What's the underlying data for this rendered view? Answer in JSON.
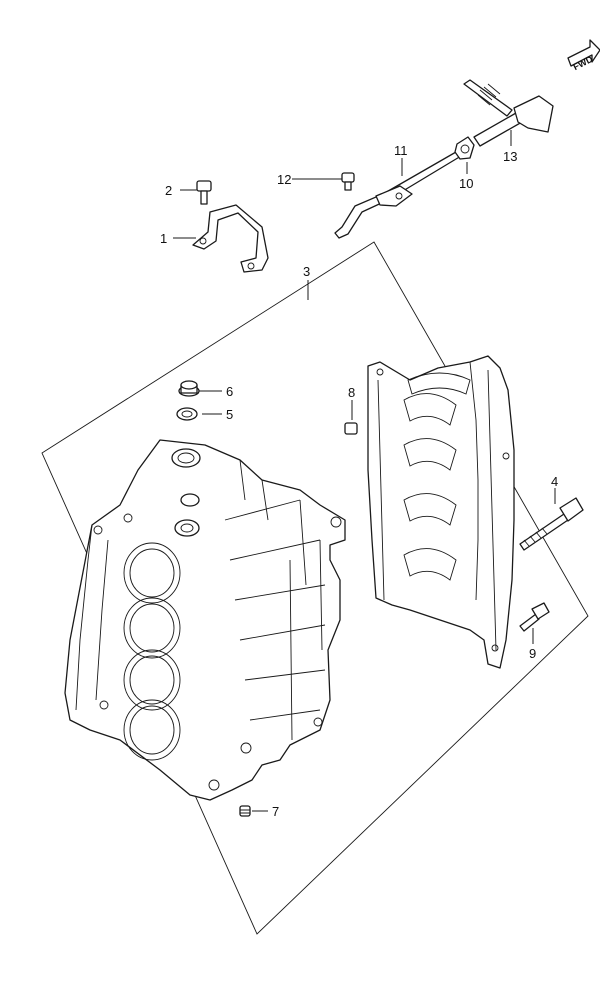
{
  "diagram": {
    "fwd_label": "FWD",
    "callouts": [
      {
        "id": "c1",
        "label": "1",
        "part": "bracket"
      },
      {
        "id": "c2",
        "label": "2",
        "part": "bolt"
      },
      {
        "id": "c3",
        "label": "3",
        "part": "cylinder-block-assembly"
      },
      {
        "id": "c4",
        "label": "4",
        "part": "long-bolt"
      },
      {
        "id": "c5",
        "label": "5",
        "part": "gasket"
      },
      {
        "id": "c6",
        "label": "6",
        "part": "plug"
      },
      {
        "id": "c7",
        "label": "7",
        "part": "plug"
      },
      {
        "id": "c8",
        "label": "8",
        "part": "dowel-pin"
      },
      {
        "id": "c9",
        "label": "9",
        "part": "bolt"
      },
      {
        "id": "c10",
        "label": "10",
        "part": "clip"
      },
      {
        "id": "c11",
        "label": "11",
        "part": "hose"
      },
      {
        "id": "c12",
        "label": "12",
        "part": "bolt"
      },
      {
        "id": "c13",
        "label": "13",
        "part": "handle"
      }
    ]
  }
}
